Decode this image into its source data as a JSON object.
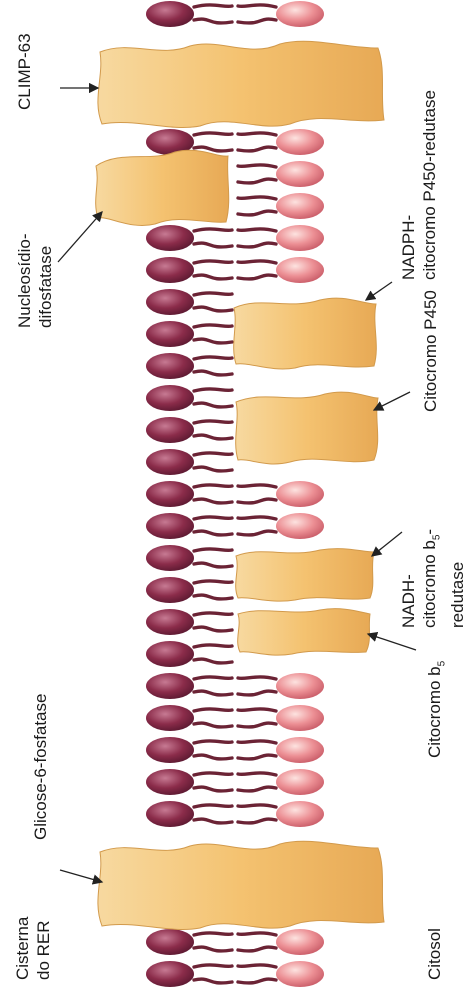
{
  "labels": {
    "climp": "CLIMP-63",
    "p450_reductase_1": "NADPH-",
    "p450_reductase_2": "citocromo P450-redutase",
    "nucleosidio_1": "Nucleosídio-",
    "nucleosidio_2": "difosfatase",
    "p450": "Citocromo P450",
    "b5_reductase_1": "NADH-",
    "b5_reductase_2": "citocromo b",
    "b5_reductase_sub": "5",
    "b5_reductase_suffix": "-",
    "b5_reductase_3": "redutase",
    "b5": "Citocromo b",
    "b5_sub": "5",
    "g6p": "Glicose-6-fosfatase",
    "cisterna_1": "Cisterna",
    "cisterna_2": "do RER",
    "citosol": "Citosol"
  },
  "colors": {
    "left_head": "#7d2440",
    "right_head": "#e8838a",
    "tail": "#6b2335",
    "protein": "#f4c06e",
    "arrow": "#222222"
  }
}
